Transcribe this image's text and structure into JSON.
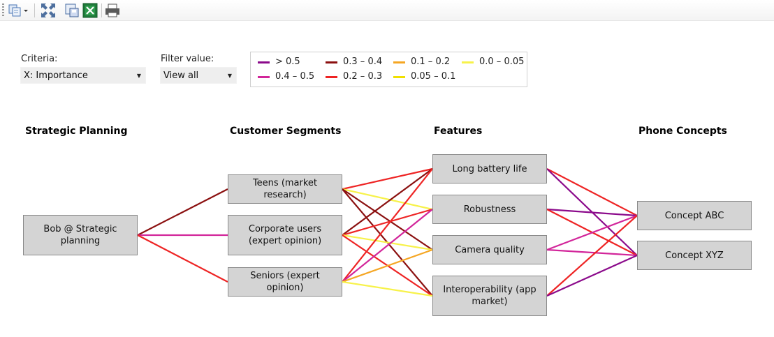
{
  "toolbar": {
    "buttons": [
      {
        "name": "copy-dropdown-icon"
      },
      {
        "name": "fit-to-screen-icon"
      },
      {
        "name": "save-image-icon"
      },
      {
        "name": "export-excel-icon"
      },
      {
        "name": "print-icon"
      }
    ]
  },
  "filters": {
    "criteria_label": "Criteria:",
    "criteria_value": "X: Importance",
    "filter_label": "Filter value:",
    "filter_value": "View all"
  },
  "legend": [
    {
      "label": "> 0.5",
      "color": "#8b0a8b"
    },
    {
      "label": "0.4 – 0.5",
      "color": "#d2259a"
    },
    {
      "label": "0.3 – 0.4",
      "color": "#8b1010"
    },
    {
      "label": "0.2 – 0.3",
      "color": "#ee2424"
    },
    {
      "label": "0.1 – 0.2",
      "color": "#f5a623"
    },
    {
      "label": "0.05 – 0.1",
      "color": "#f0e000"
    },
    {
      "label": "0.0 – 0.05",
      "color": "#f7f24a"
    }
  ],
  "columns": {
    "c0": "Strategic Planning",
    "c1": "Customer Segments",
    "c2": "Features",
    "c3": "Phone Concepts"
  },
  "nodes": {
    "bob": "Bob @ Strategic planning",
    "teens": "Teens (market research)",
    "corporate": "Corporate users (expert opinion)",
    "seniors": "Seniors (expert opinion)",
    "battery": "Long battery life",
    "robustness": "Robustness",
    "camera": "Camera quality",
    "interop": "Interoperability (app market)",
    "abc": "Concept ABC",
    "xyz": "Concept XYZ"
  },
  "links": [
    {
      "from": "bob",
      "to": "teens",
      "color": "#8b1010"
    },
    {
      "from": "bob",
      "to": "corporate",
      "color": "#d2259a"
    },
    {
      "from": "bob",
      "to": "seniors",
      "color": "#ee2424"
    },
    {
      "from": "teens",
      "to": "battery",
      "color": "#ee2424"
    },
    {
      "from": "teens",
      "to": "robustness",
      "color": "#f7f24a"
    },
    {
      "from": "teens",
      "to": "camera",
      "color": "#8b1010"
    },
    {
      "from": "teens",
      "to": "interop",
      "color": "#8b1010"
    },
    {
      "from": "corporate",
      "to": "battery",
      "color": "#8b1010"
    },
    {
      "from": "corporate",
      "to": "robustness",
      "color": "#ee2424"
    },
    {
      "from": "corporate",
      "to": "camera",
      "color": "#f7f24a"
    },
    {
      "from": "corporate",
      "to": "interop",
      "color": "#ee2424"
    },
    {
      "from": "seniors",
      "to": "battery",
      "color": "#ee2424"
    },
    {
      "from": "seniors",
      "to": "robustness",
      "color": "#d2259a"
    },
    {
      "from": "seniors",
      "to": "camera",
      "color": "#f5a623"
    },
    {
      "from": "seniors",
      "to": "interop",
      "color": "#f7f24a"
    },
    {
      "from": "battery",
      "to": "abc",
      "color": "#ee2424"
    },
    {
      "from": "battery",
      "to": "xyz",
      "color": "#8b0a8b"
    },
    {
      "from": "robustness",
      "to": "abc",
      "color": "#8b0a8b"
    },
    {
      "from": "robustness",
      "to": "xyz",
      "color": "#ee2424"
    },
    {
      "from": "camera",
      "to": "abc",
      "color": "#d2259a"
    },
    {
      "from": "camera",
      "to": "xyz",
      "color": "#d2259a"
    },
    {
      "from": "interop",
      "to": "abc",
      "color": "#ee2424"
    },
    {
      "from": "interop",
      "to": "xyz",
      "color": "#8b0a8b"
    }
  ]
}
